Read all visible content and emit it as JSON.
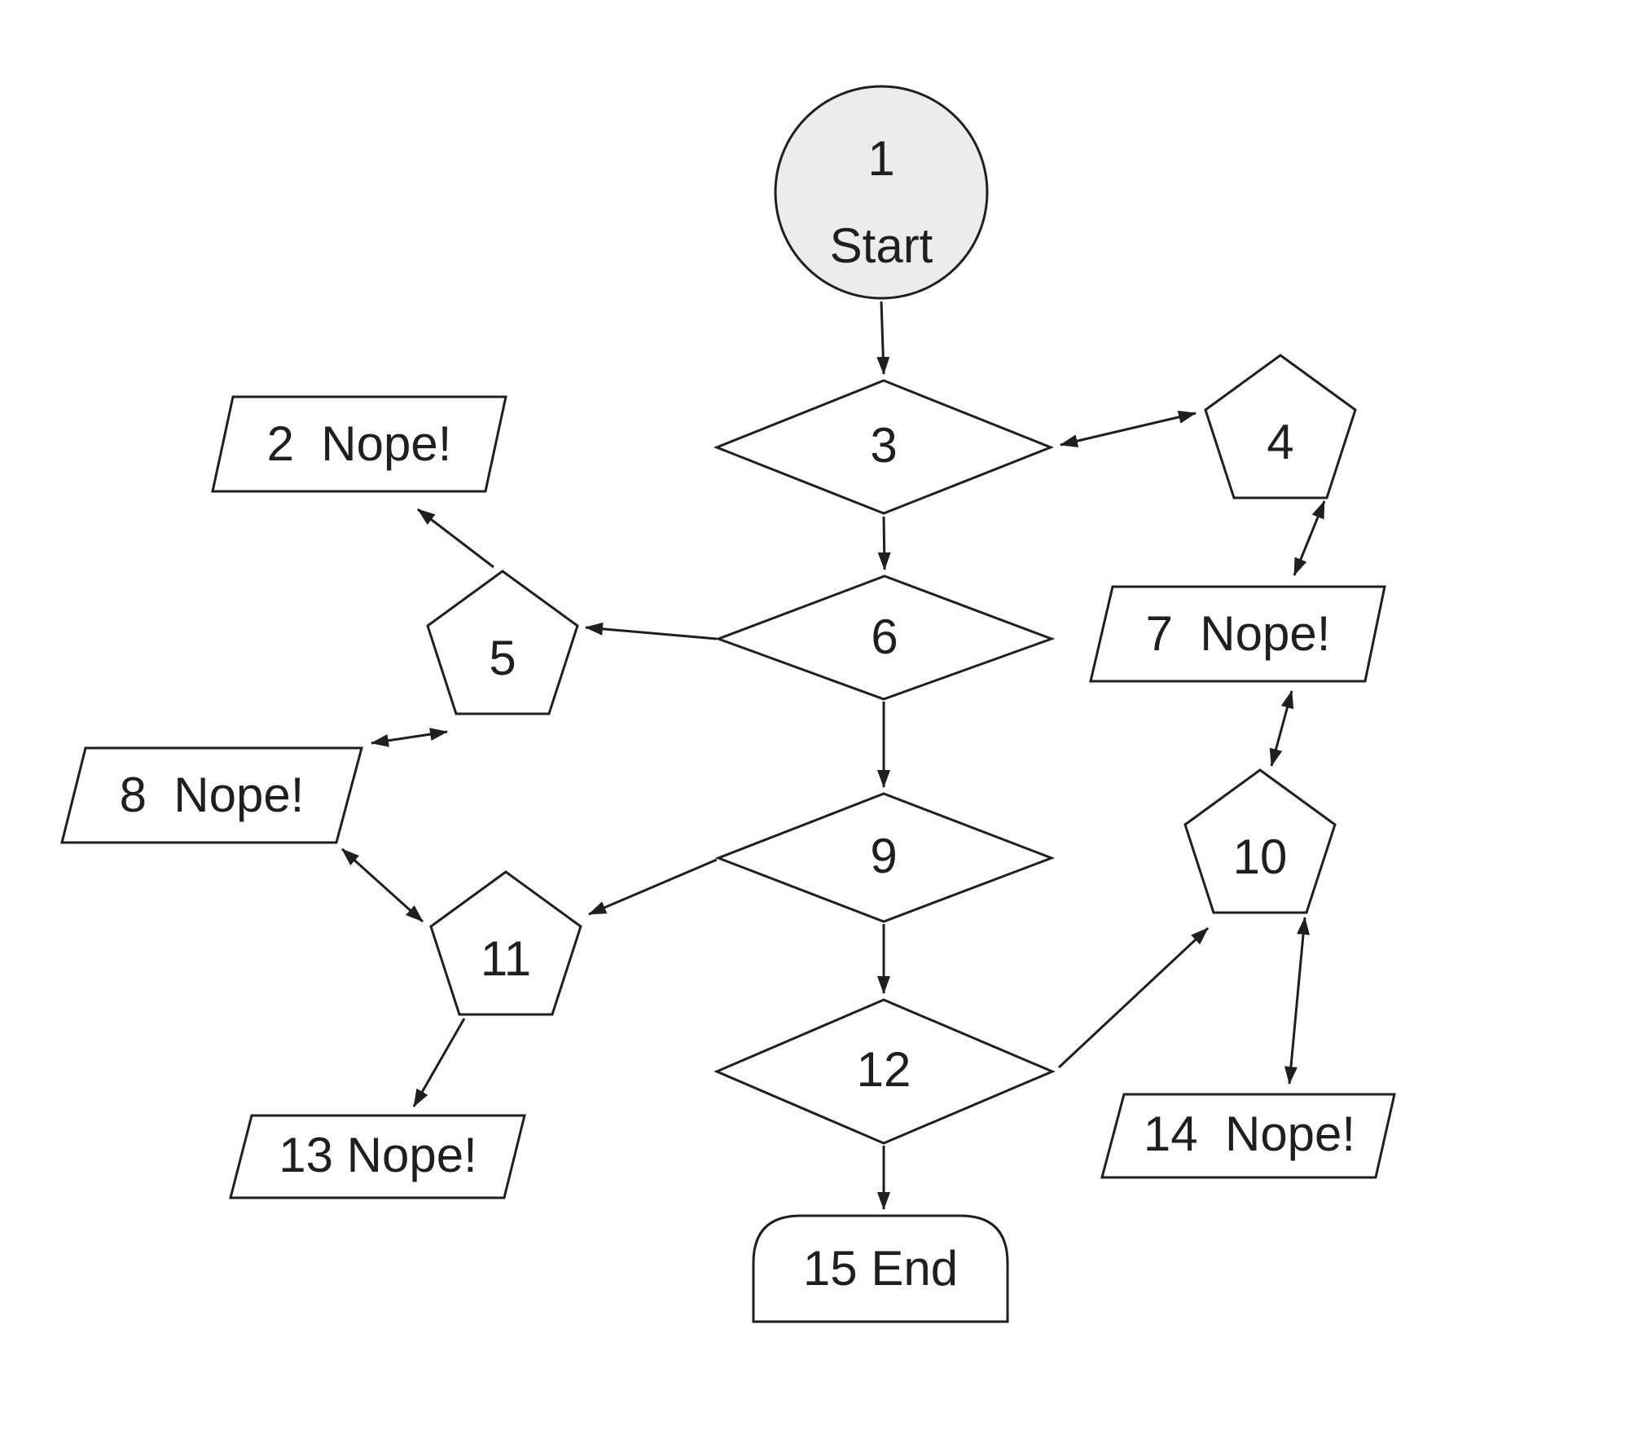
{
  "diagram": {
    "title": "flowchart",
    "colors": {
      "background": "#ffffff",
      "stroke": "#1f1f1f",
      "start_fill": "#ececec",
      "shape_fill": "#ffffff",
      "text": "#1f1f1f"
    },
    "nodes": {
      "n1": {
        "shape": "circle",
        "role": "start-terminator",
        "line1": "1",
        "line2": "Start"
      },
      "n2": {
        "shape": "parallelogram",
        "role": "output",
        "label": "2  Nope!"
      },
      "n3": {
        "shape": "diamond",
        "role": "decision",
        "label": "3"
      },
      "n4": {
        "shape": "pentagon",
        "role": "state",
        "label": "4"
      },
      "n5": {
        "shape": "pentagon",
        "role": "state",
        "label": "5"
      },
      "n6": {
        "shape": "diamond",
        "role": "decision",
        "label": "6"
      },
      "n7": {
        "shape": "parallelogram",
        "role": "output",
        "label": "7  Nope!"
      },
      "n8": {
        "shape": "parallelogram",
        "role": "output",
        "label": "8  Nope!"
      },
      "n9": {
        "shape": "diamond",
        "role": "decision",
        "label": "9"
      },
      "n10": {
        "shape": "pentagon",
        "role": "state",
        "label": "10"
      },
      "n11": {
        "shape": "pentagon",
        "role": "state",
        "label": "11"
      },
      "n12": {
        "shape": "diamond",
        "role": "decision",
        "label": "12"
      },
      "n13": {
        "shape": "parallelogram",
        "role": "output",
        "label": "13 Nope!"
      },
      "n14": {
        "shape": "parallelogram",
        "role": "output",
        "label": "14  Nope!"
      },
      "n15": {
        "shape": "terminator",
        "role": "end-terminator",
        "label": "15 End"
      }
    },
    "edges": [
      {
        "from": "1",
        "to": "3",
        "arrows": "to"
      },
      {
        "from": "3",
        "to": "4",
        "arrows": "both"
      },
      {
        "from": "3",
        "to": "6",
        "arrows": "to"
      },
      {
        "from": "4",
        "to": "7",
        "arrows": "both"
      },
      {
        "from": "6",
        "to": "5",
        "arrows": "to"
      },
      {
        "from": "5",
        "to": "2",
        "arrows": "to"
      },
      {
        "from": "5",
        "to": "8",
        "arrows": "both"
      },
      {
        "from": "6",
        "to": "9",
        "arrows": "to"
      },
      {
        "from": "8",
        "to": "11",
        "arrows": "both"
      },
      {
        "from": "9",
        "to": "11",
        "arrows": "to"
      },
      {
        "from": "9",
        "to": "12",
        "arrows": "to"
      },
      {
        "from": "11",
        "to": "13",
        "arrows": "to"
      },
      {
        "from": "12",
        "to": "10",
        "arrows": "to"
      },
      {
        "from": "12",
        "to": "15",
        "arrows": "to"
      },
      {
        "from": "10",
        "to": "14",
        "arrows": "both"
      },
      {
        "from": "7",
        "to": "10",
        "arrows": "both"
      }
    ]
  }
}
